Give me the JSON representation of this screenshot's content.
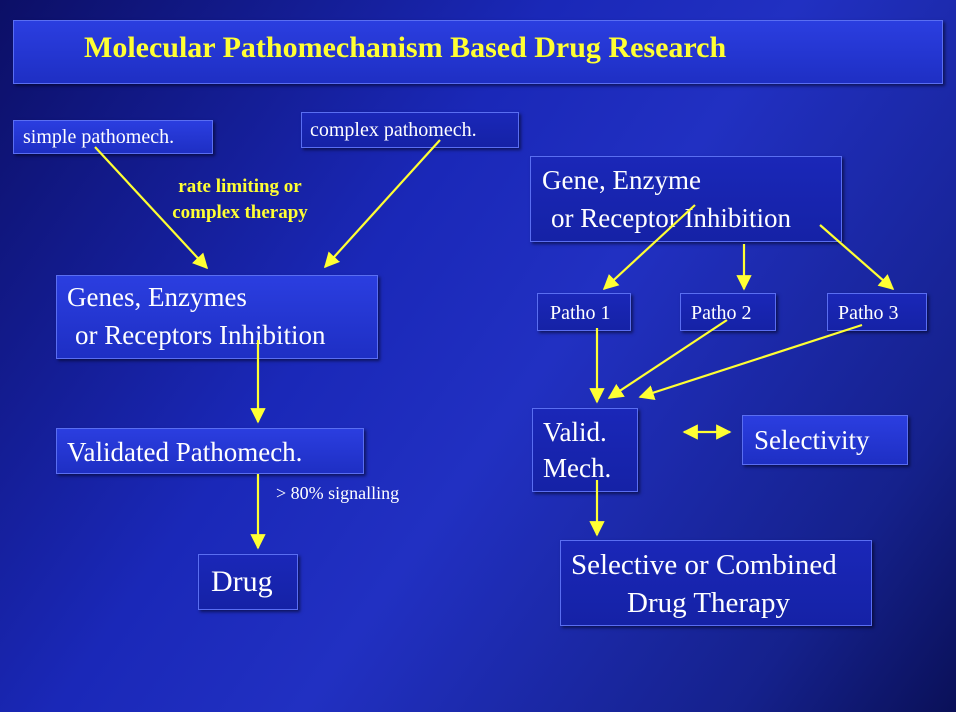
{
  "slide": {
    "title": "Molecular Pathomechanism Based Drug Research",
    "simple_pathomech": "simple pathomech.",
    "complex_pathomech": "complex pathomech.",
    "rate_limiting_line1": "rate limiting or",
    "rate_limiting_line2": "complex therapy",
    "gene_enzyme_line1": "Gene, Enzyme",
    "gene_enzyme_line2": "or Receptor Inhibition",
    "genes_enzymes_line1": "Genes, Enzymes",
    "genes_enzymes_line2": "or Receptors Inhibition",
    "patho1": "Patho 1",
    "patho2": "Patho 2",
    "patho3": "Patho 3",
    "validated_pathomech": "Validated Pathomech.",
    "signalling_note": "> 80% signalling",
    "valid_line1": "Valid.",
    "valid_line2": "Mech.",
    "selectivity": "Selectivity",
    "drug": "Drug",
    "selective_line1": "Selective or Combined",
    "selective_line2": "Drug Therapy"
  },
  "colors": {
    "arrow": "#ffff33",
    "box_border": "#5a6ef2",
    "title_text": "#ffff33",
    "body_text": "#ffffff"
  }
}
